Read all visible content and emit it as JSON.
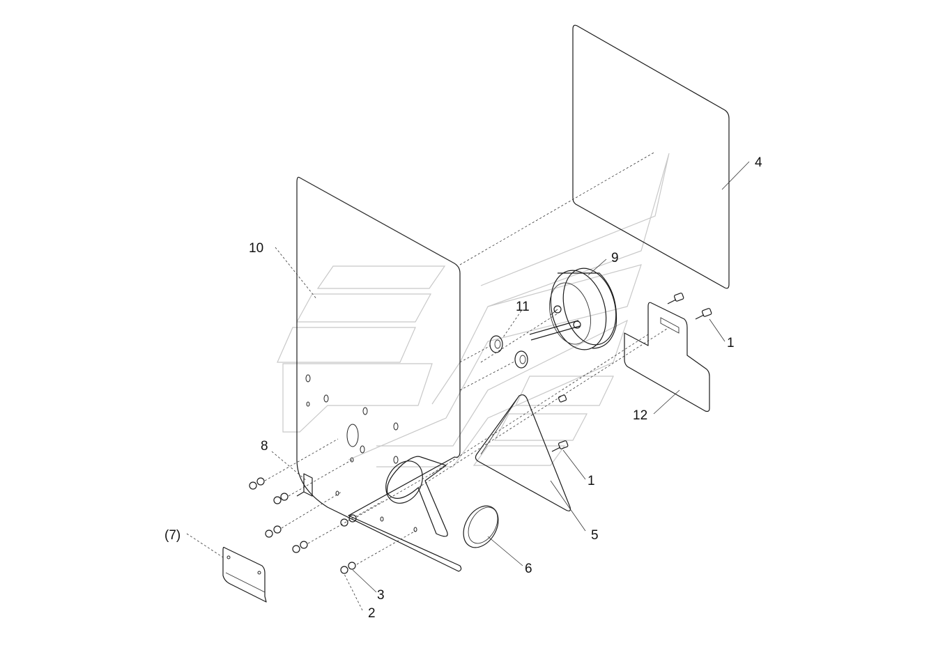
{
  "callouts": {
    "c1a": "1",
    "c1b": "1",
    "c2": "2",
    "c3": "3",
    "c4": "4",
    "c5": "5",
    "c6": "6",
    "c7": "(7)",
    "c8": "8",
    "c9": "9",
    "c10": "10",
    "c11": "11",
    "c12": "12"
  }
}
